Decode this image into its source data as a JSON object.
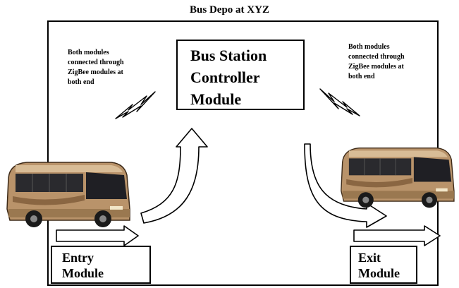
{
  "diagram": {
    "title": "Bus Depo at XYZ",
    "controller": {
      "lines": [
        "Bus Station",
        "Controller",
        "Module"
      ]
    },
    "left_note": {
      "lines": [
        "Both modules",
        "connected through",
        "ZigBee modules at",
        "both end"
      ]
    },
    "right_note": {
      "lines": [
        "Both modules",
        "connected through",
        "ZigBee modules at",
        "both end"
      ]
    },
    "entry_module": {
      "lines": [
        "Entry",
        "Module"
      ]
    },
    "exit_module": {
      "lines": [
        "Exit",
        "Module"
      ]
    },
    "colors": {
      "bus_body": "#b9936a",
      "bus_window": "#2a2a2e",
      "line": "#000000",
      "background": "#ffffff"
    },
    "icons": [
      "bus-icon",
      "lightning-bolt-icon",
      "arrow-icon"
    ]
  }
}
